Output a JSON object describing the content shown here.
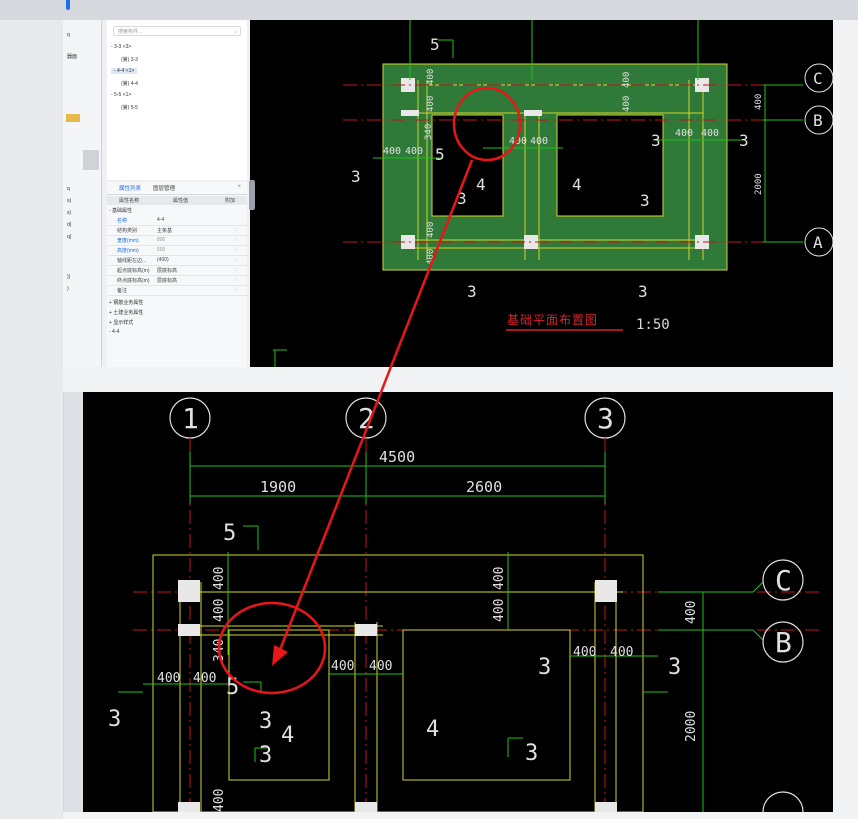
{
  "app": {
    "left_panel_items": [
      "q",
      "器面",
      "q",
      "s)",
      "s)",
      "d)",
      "q)",
      "))",
      ")"
    ],
    "search_placeholder": "搜索构件...",
    "tree": [
      {
        "label": "- 3-3 <3>",
        "indent": 0
      },
      {
        "label": "(第) 3-3",
        "indent": 1
      },
      {
        "label": "- 4-4 <1>",
        "indent": 0,
        "selected": true
      },
      {
        "label": "(第) 4-4",
        "indent": 1
      },
      {
        "label": "- 5-5 <1>",
        "indent": 0
      },
      {
        "label": "(第) 5-5",
        "indent": 1
      }
    ],
    "props": {
      "tab_active": "属性列表",
      "tab_other": "图层管理",
      "header": [
        "属性名称",
        "属性值",
        "附加"
      ],
      "group": "- 基础属性",
      "rows": [
        {
          "k": "名称",
          "v": "4-4",
          "kblue": true
        },
        {
          "k": "结构类别",
          "v": "主条基"
        },
        {
          "k": "宽度(mm)",
          "v": "800",
          "kblue": true,
          "vdim": true
        },
        {
          "k": "高度(mm)",
          "v": "500",
          "kblue": true,
          "vdim": true
        },
        {
          "k": "轴线距左边...",
          "v": "(400)"
        },
        {
          "k": "起点底标高(m)",
          "v": "层底标高"
        },
        {
          "k": "终点底标高(m)",
          "v": "层底标高"
        },
        {
          "k": "备注",
          "v": ""
        }
      ],
      "groups_below": [
        "+ 钢筋业务属性",
        "+ 土建业务属性",
        "+ 显示样式",
        "- 4-4"
      ]
    }
  },
  "drawing_top": {
    "labels": {
      "five": "5",
      "three": "3",
      "four": "4",
      "d400": "400",
      "d340": "340",
      "d2000": "2000"
    },
    "axes": [
      "C",
      "B",
      "A"
    ],
    "title": "基础平面布置图",
    "scale": "1:50"
  },
  "drawing_bottom": {
    "axes_top": [
      "1",
      "2",
      "3"
    ],
    "axes_right": [
      "C",
      "B"
    ],
    "dims": {
      "total": "4500",
      "span1": "1900",
      "span2": "2600",
      "d400": "400",
      "d340": "340",
      "d2000": "2000"
    },
    "labels": {
      "five": "5",
      "three": "3",
      "four": "4"
    }
  },
  "colors": {
    "accent_blue": "#1e6fe0",
    "annotation_red": "#e8161b",
    "cad_green": "#22c11c",
    "cad_yellow": "#d6d42a",
    "foundation_fill": "#2f7a38"
  }
}
